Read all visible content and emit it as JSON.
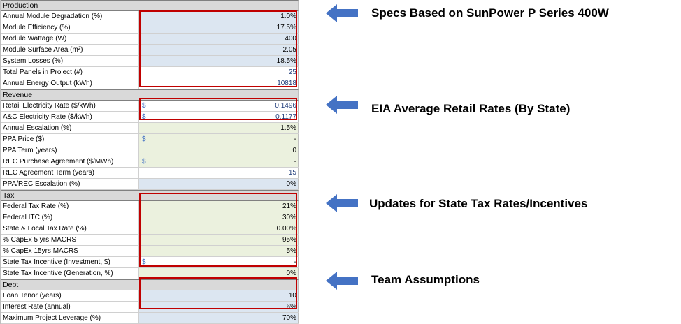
{
  "production": {
    "title": "Production",
    "rows": [
      {
        "label": "Annual Module Degradation (%)",
        "value": "1.0%",
        "fill": "blue"
      },
      {
        "label": "Module Efficiency (%)",
        "value": "17.5%",
        "fill": "blue"
      },
      {
        "label": "Module Wattage (W)",
        "value": "400",
        "fill": "blue"
      },
      {
        "label": "Module Surface Area (m²)",
        "value": "2.05",
        "fill": "blue"
      },
      {
        "label": "System Losses (%)",
        "value": "18.5%",
        "fill": "blue"
      },
      {
        "label": "Total Panels in Project (#)",
        "value": "25",
        "fill": "white"
      },
      {
        "label": "Annual Energy Output (kWh)",
        "value": "10818",
        "fill": "white"
      }
    ]
  },
  "revenue": {
    "title": "Revenue",
    "rows": [
      {
        "label": "Retail Electricity Rate ($/kWh)",
        "sym": "$",
        "value": "0.1496",
        "fill": "white"
      },
      {
        "label": "A&C Electricity Rate ($/kWh)",
        "sym": "$",
        "value": "0.1177",
        "fill": "white"
      },
      {
        "label": "Annual Escalation (%)",
        "sym": "",
        "value": "1.5%",
        "fill": "green"
      },
      {
        "label": "PPA Price ($)",
        "sym": "$",
        "value": "-",
        "fill": "green"
      },
      {
        "label": "PPA Term (years)",
        "sym": "",
        "value": "0",
        "fill": "green"
      },
      {
        "label": "REC Purchase Agreement ($/MWh)",
        "sym": "$",
        "value": "-",
        "fill": "green"
      },
      {
        "label": "REC Agreement Term (years)",
        "sym": "",
        "value": "15",
        "fill": "white"
      },
      {
        "label": "PPA/REC Escalation (%)",
        "sym": "",
        "value": "0%",
        "fill": "blue"
      }
    ]
  },
  "tax": {
    "title": "Tax",
    "rows": [
      {
        "label": "Federal Tax Rate (%)",
        "sym": "",
        "value": "21%",
        "fill": "green"
      },
      {
        "label": "Federal ITC (%)",
        "sym": "",
        "value": "30%",
        "fill": "green"
      },
      {
        "label": "State & Local Tax Rate (%)",
        "sym": "",
        "value": "0.00%",
        "fill": "green"
      },
      {
        "label": "% CapEx 5 yrs MACRS",
        "sym": "",
        "value": "95%",
        "fill": "green"
      },
      {
        "label": "% CapEx 15yrs MACRS",
        "sym": "",
        "value": "5%",
        "fill": "green"
      },
      {
        "label": "State Tax Incentive (Investment, $)",
        "sym": "$",
        "value": "-",
        "fill": "white"
      },
      {
        "label": "State Tax Incentive (Generation, %)",
        "sym": "",
        "value": "0%",
        "fill": "green"
      }
    ]
  },
  "debt": {
    "title": "Debt",
    "rows": [
      {
        "label": "Loan Tenor (years)",
        "value": "10",
        "fill": "blue"
      },
      {
        "label": "Interest Rate (annual)",
        "value": "6%",
        "fill": "blue"
      },
      {
        "label": "Maximum Project Leverage (%)",
        "value": "70%",
        "fill": "blue"
      }
    ]
  },
  "notes": {
    "production": "Specs Based on SunPower P Series 400W",
    "revenue": "EIA Average Retail Rates (By State)",
    "tax": "Updates for State Tax Rates/Incentives",
    "debt": "Team Assumptions"
  },
  "colors": {
    "arrow": "#4472c4",
    "highlight_box": "#c00000",
    "input_blue": "#dce6f1",
    "input_green": "#ebf1de",
    "section_header": "#d9d9d9"
  }
}
